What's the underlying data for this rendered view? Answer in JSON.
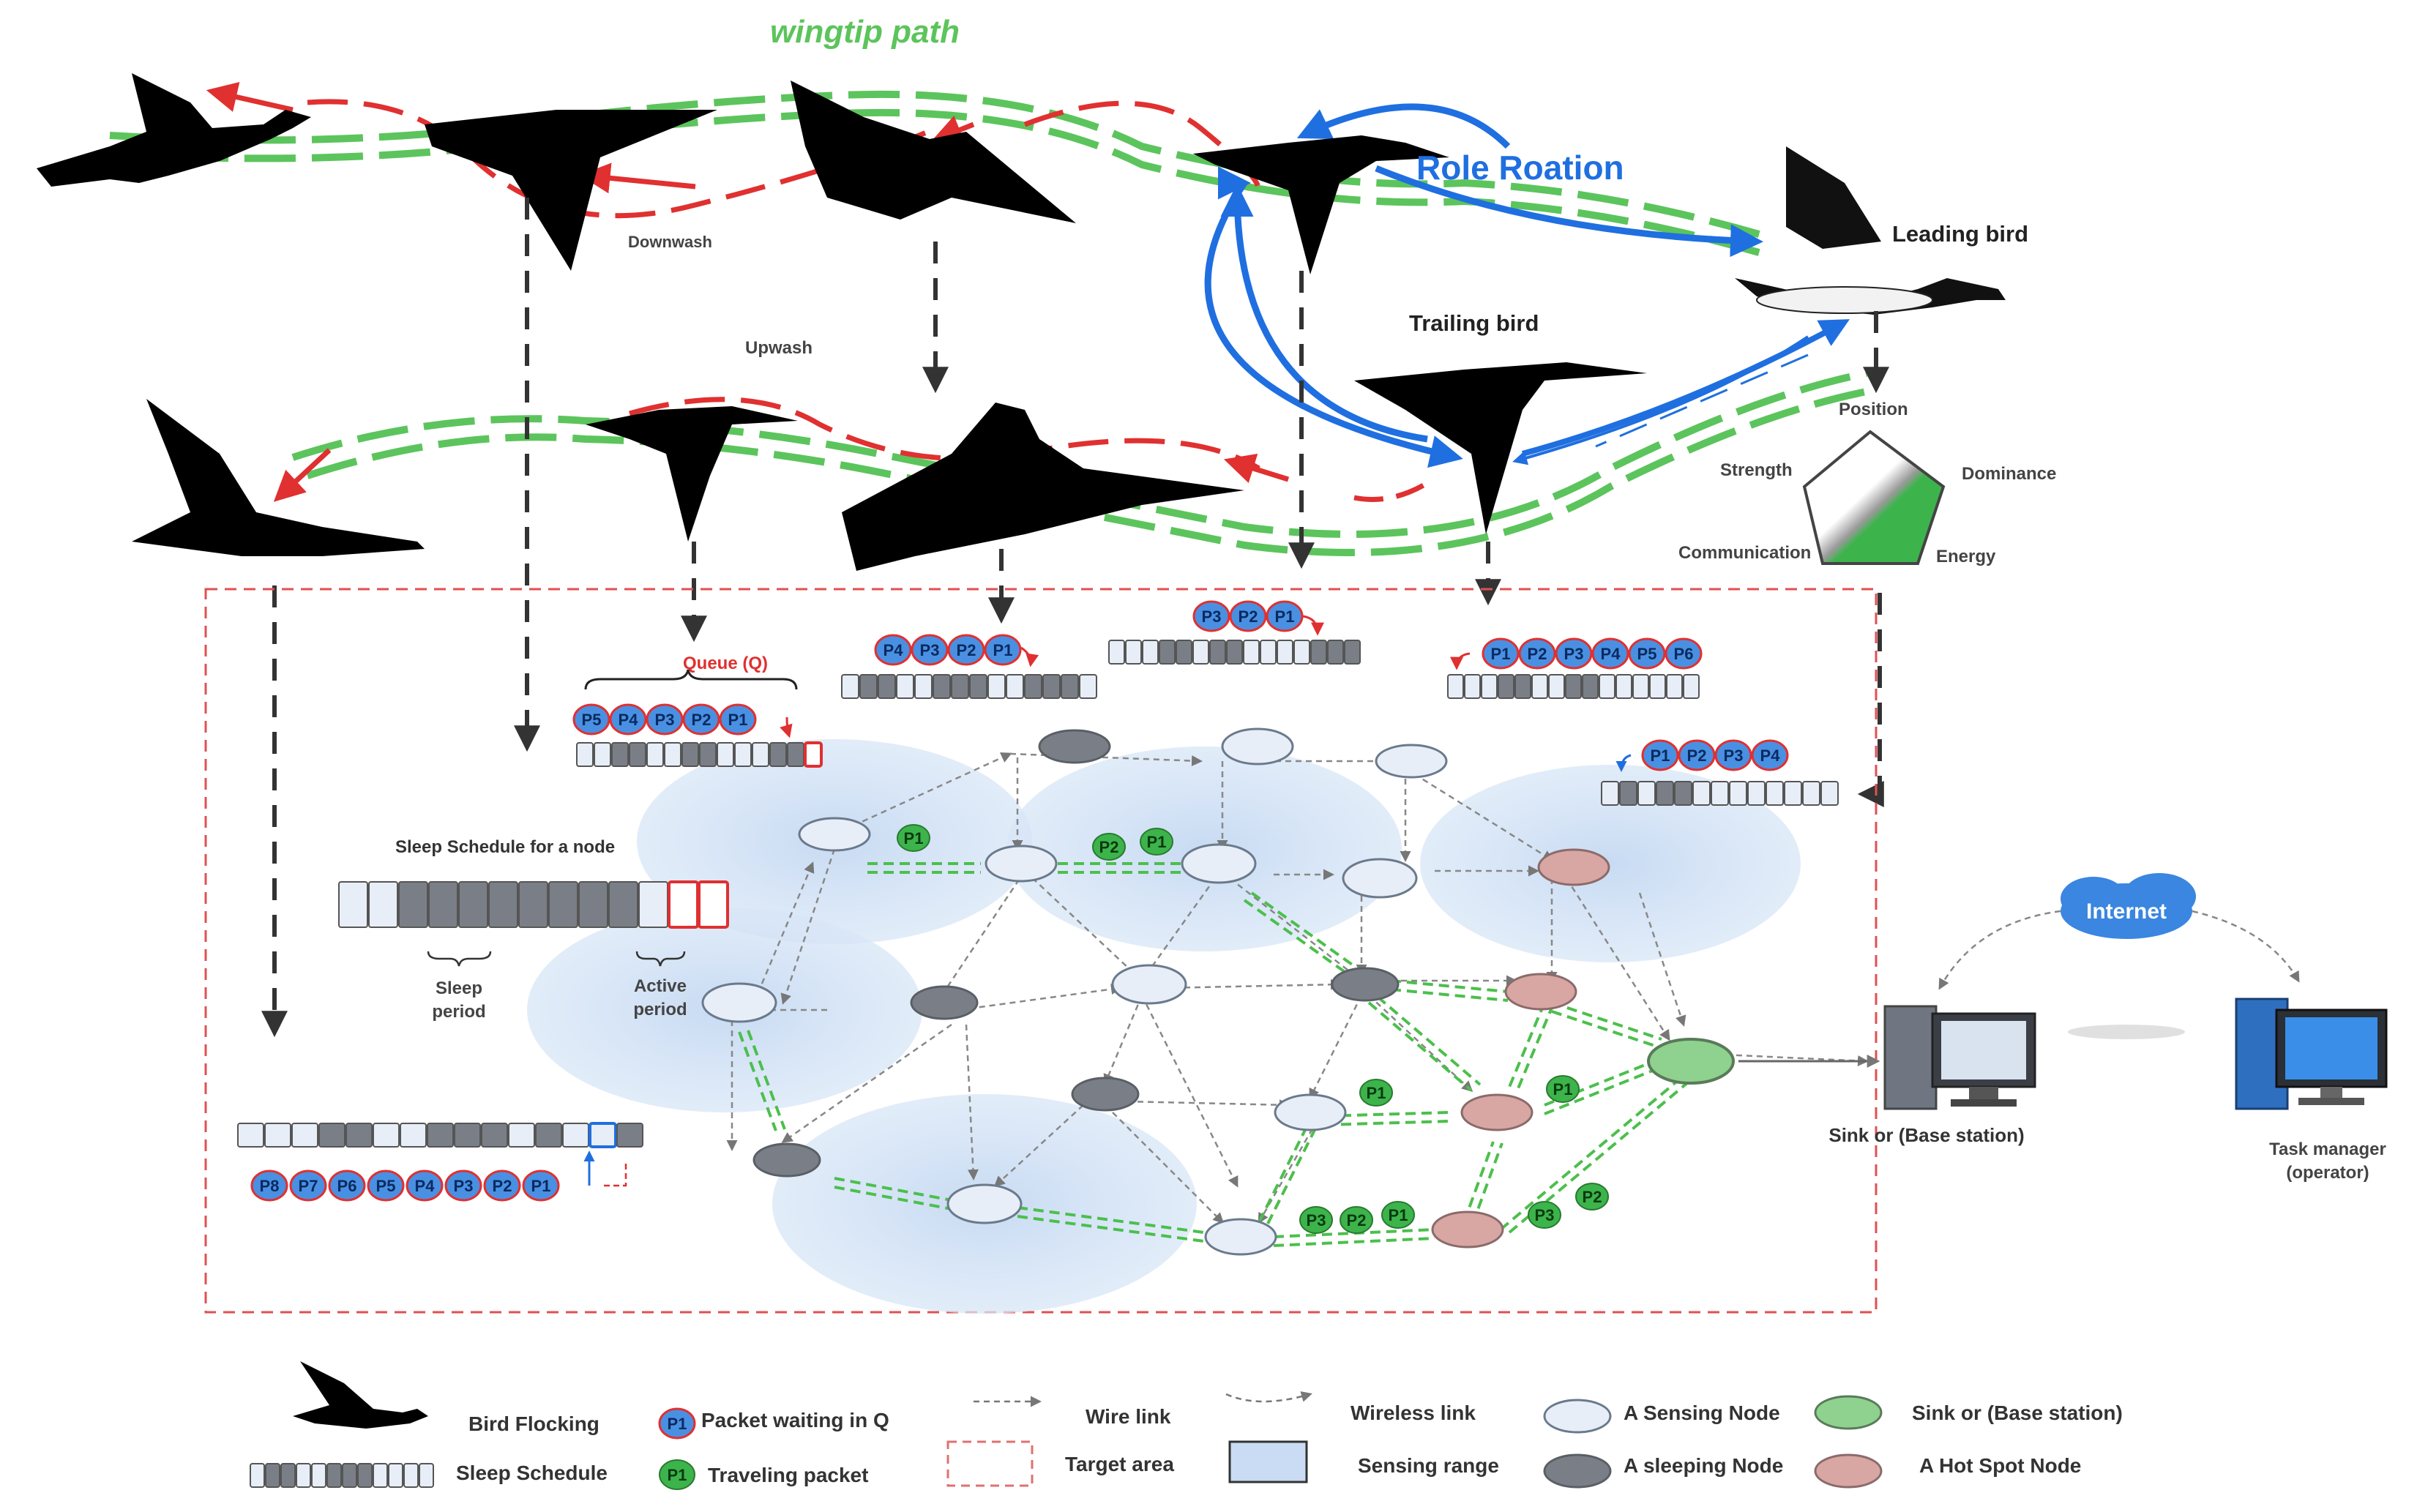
{
  "flight": {
    "wingtip_path": "wingtip path",
    "role_rotation": "Role Roation",
    "leading_bird": "Leading bird",
    "trailing_bird": "Trailing bird",
    "downwash": "Downwash",
    "upwash": "Upwash",
    "pentagon": {
      "position": "Position",
      "strength": "Strength",
      "dominance": "Dominance",
      "communication": "Communication",
      "energy": "Energy"
    }
  },
  "network": {
    "queue_label": "Queue (Q)",
    "sleep_schedule_title": "Sleep Schedule for a node",
    "sleep_period": [
      "Sleep",
      "period"
    ],
    "active_period": [
      "Active",
      "period"
    ],
    "internet": "Internet",
    "sink_label": "Sink or (Base station)",
    "task_manager": [
      "Task manager",
      "(operator)"
    ],
    "queues": [
      [
        "P5",
        "P4",
        "P3",
        "P2",
        "P1"
      ],
      [
        "P4",
        "P3",
        "P2",
        "P1"
      ],
      [
        "P3",
        "P2",
        "P1"
      ],
      [
        "P1",
        "P2",
        "P3",
        "P4",
        "P5",
        "P6"
      ],
      [
        "P1",
        "P2",
        "P3",
        "P4"
      ],
      [
        "P8",
        "P7",
        "P6",
        "P5",
        "P4",
        "P3",
        "P2",
        "P1"
      ]
    ],
    "traveling_packets": [
      "P1",
      "P2",
      "P1",
      "P1",
      "P1",
      "P3",
      "P2",
      "P1",
      "P3",
      "P2"
    ]
  },
  "legend": {
    "bird_flocking": "Bird Flocking",
    "sleep_schedule": "Sleep Schedule",
    "packet_chip": "P1",
    "packet_waiting": "Packet waiting in Q",
    "traveling_packet": "Traveling packet",
    "wire_link": "Wire link",
    "target_area": "Target area",
    "wireless_link": "Wireless link",
    "sensing_range": "Sensing range",
    "sensing_node": "A Sensing Node",
    "sleeping_node": "A sleeping Node",
    "sink_node": "Sink or (Base station)",
    "hotspot_node": "A Hot Spot Node"
  },
  "colors": {
    "green_path": "#5cc45c",
    "red_path": "#e03030",
    "blue_arrow": "#1f6fe0",
    "packet_blue": "#4a90e2",
    "packet_green": "#3cb44b",
    "sensing_range": "#c9dcf3",
    "sensing_node": "#e8eef7",
    "sleeping_node": "#7a7f87",
    "hotspot_node": "#d8a6a3",
    "sink_node": "#8fd18f"
  }
}
